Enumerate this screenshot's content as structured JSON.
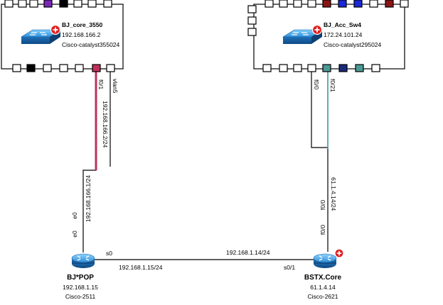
{
  "devices": {
    "core_switch": {
      "name": "BJ_core_3550",
      "ip": "192.168.166.2",
      "model": "Cisco-catalyst355024",
      "icon": "switch-icon",
      "badge": "status-plus-icon"
    },
    "acc_switch": {
      "name": "BJ_Acc_Sw4",
      "ip": "172.24.101.24",
      "model": "Cisco-catalyst295024",
      "icon": "switch-icon",
      "badge": "status-plus-icon"
    },
    "pop_router": {
      "name": "BJ*POP",
      "ip": "192.168.1.15",
      "model": "Cisco-2511",
      "icon": "router-icon"
    },
    "core_router": {
      "name": "BSTX.Core",
      "ip": "61.1.4.14",
      "model": "Cisco-2621",
      "icon": "router-icon",
      "badge": "status-plus-icon"
    }
  },
  "links": {
    "core_to_pop": {
      "port_a": "f0/1",
      "port_b": "vlan5",
      "subnet_a": "192.168.166.2/24",
      "subnet_b": "192.168.166.1/24",
      "port_c": "e0",
      "port_d": "e0"
    },
    "acc_to_core": {
      "port_a": "f0/0",
      "port_b": "f0/21",
      "subnet": "61.1.4.14/24",
      "port_c": "f0/0",
      "port_d": "f0/0"
    },
    "pop_to_core": {
      "port_a": "s0",
      "subnet_a": "192.168.1.15/24",
      "subnet_b": "192.168.1.14/24",
      "port_b": "s0/1"
    }
  },
  "colors": {
    "link_pink": "#c0305a",
    "link_teal": "#3a9a96",
    "port_purple": "#7a28b8",
    "port_black": "#000000",
    "port_pink": "#c0305a",
    "port_maroon": "#8b1515",
    "port_blue": "#1a28d8",
    "port_navy": "#1a2a7a",
    "port_teal": "#4a9a96",
    "switch_blue": "#3b9fe0",
    "router_blue": "#2e8bd6",
    "badge_red": "#e02020"
  }
}
